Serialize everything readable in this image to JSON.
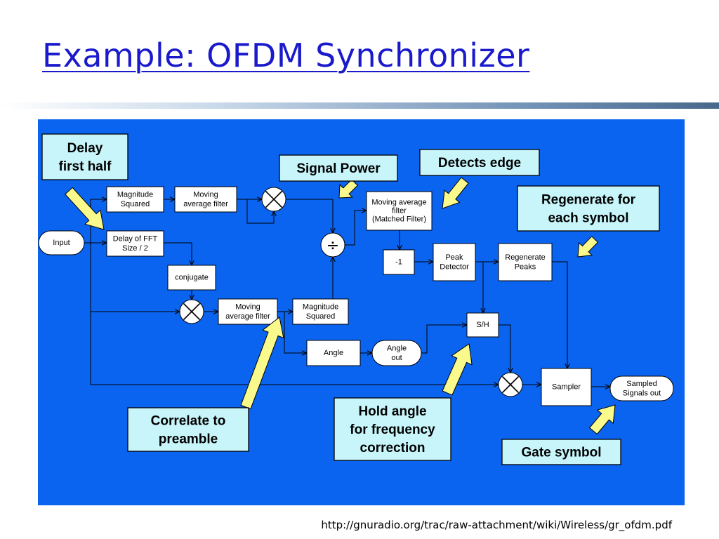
{
  "slide": {
    "title": "Example: OFDM Synchronizer",
    "source_url": "http://gnuradio.org/trac/raw-attachment/wiki/Wireless/gr_ofdm.pdf"
  },
  "colors": {
    "title": "#1a1acc",
    "diagram_background": "#0a64f0",
    "block_fill": "#ffffff",
    "callout_fill": "#c8f5fa",
    "arrow_fill": "#fafa8c"
  },
  "diagram": {
    "blocks": {
      "input": [
        "Input"
      ],
      "mag_sq_1": [
        "Magnitude",
        "Squared"
      ],
      "ma_filter_1": [
        "Moving",
        "average filter"
      ],
      "delay_fft": [
        "Delay of FFT",
        "Size / 2"
      ],
      "conjugate": [
        "conjugate"
      ],
      "ma_filter_2": [
        "Moving",
        "average filter"
      ],
      "mag_sq_2": [
        "Magnitude",
        "Squared"
      ],
      "matched_filter": [
        "Moving average",
        "filter",
        "(Matched Filter)"
      ],
      "minus_one": [
        "-1"
      ],
      "peak_detector": [
        "Peak",
        "Detector"
      ],
      "regen_peaks": [
        "Regenerate",
        "Peaks"
      ],
      "sample_hold": [
        "S/H"
      ],
      "angle": [
        "Angle"
      ],
      "angle_out": [
        "Angle",
        "out"
      ],
      "sampler": [
        "Sampler"
      ],
      "sampled_out": [
        "Sampled",
        "Signals out"
      ]
    },
    "operators": {
      "multiply_1": "multiply",
      "multiply_2": "multiply",
      "multiply_3": "multiply",
      "divide": "÷"
    },
    "callouts": {
      "delay_first_half": [
        "Delay",
        "first half"
      ],
      "signal_power": [
        "Signal Power"
      ],
      "detects_edge": [
        "Detects edge"
      ],
      "regenerate_each_symbol": [
        "Regenerate for",
        "each symbol"
      ],
      "correlate_preamble": [
        "Correlate to",
        "preamble"
      ],
      "hold_angle": [
        "Hold angle",
        "for frequency",
        "correction"
      ],
      "gate_symbol": [
        "Gate symbol"
      ]
    }
  }
}
